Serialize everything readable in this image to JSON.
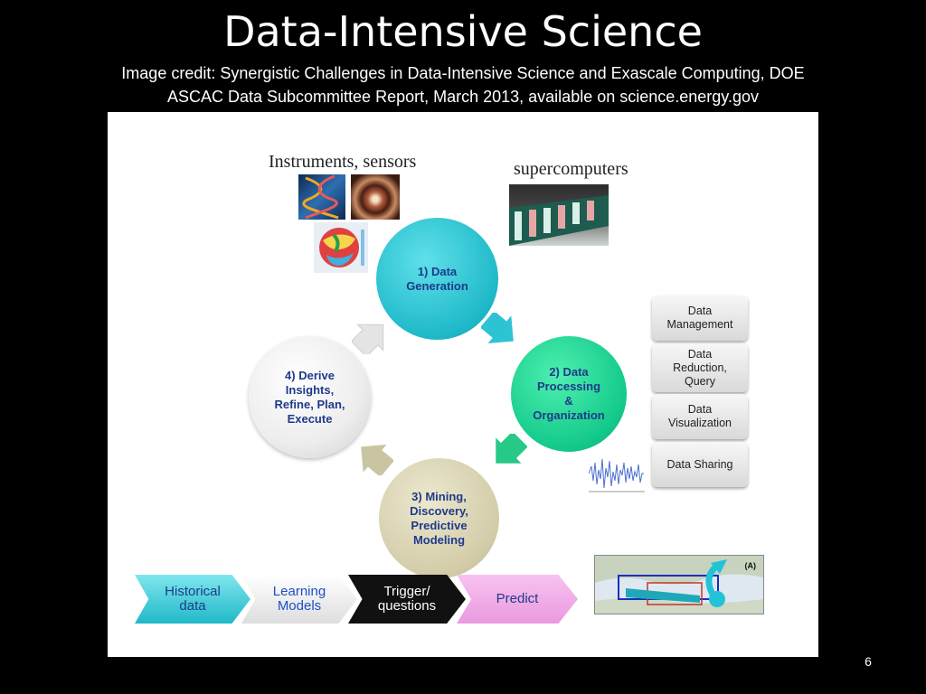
{
  "slide": {
    "title": "Data-Intensive Science",
    "credit_line1": "Image credit: Synergistic Challenges in Data-Intensive Science and Exascale Computing, DOE",
    "credit_line2": "ASCAC Data Subcommittee Report, March 2013, available on science.energy.gov",
    "number": "6"
  },
  "diagram": {
    "instruments_label": "Instruments, sensors",
    "supercomputers_label": "supercomputers",
    "cycle": [
      {
        "line1": "1) Data",
        "line2": "Generation",
        "color": "#1fb9c9"
      },
      {
        "line1": "2) Data",
        "line2": "Processing",
        "line3": "&",
        "line4": "Organization",
        "color": "#13c98a"
      },
      {
        "line1": "3) Mining,",
        "line2": "Discovery,",
        "line3": "Predictive",
        "line4": "Modeling",
        "color": "#d2cca8"
      },
      {
        "line1": "4) Derive",
        "line2": "Insights,",
        "line3": "Refine, Plan,",
        "line4": "Execute",
        "color": "#ededed"
      }
    ],
    "side_boxes": [
      {
        "line1": "Data",
        "line2": "Management"
      },
      {
        "line1": "Data",
        "line2": "Reduction,",
        "line3": "Query"
      },
      {
        "line1": "Data",
        "line2": "Visualization"
      },
      {
        "line1": "Data Sharing"
      }
    ],
    "pipeline": [
      {
        "line1": "Historical",
        "line2": "data"
      },
      {
        "line1": "Learning",
        "line2": "Models"
      },
      {
        "line1": "Trigger/",
        "line2": "questions"
      },
      {
        "line1": "Predict"
      }
    ],
    "map_label": "(A)"
  }
}
